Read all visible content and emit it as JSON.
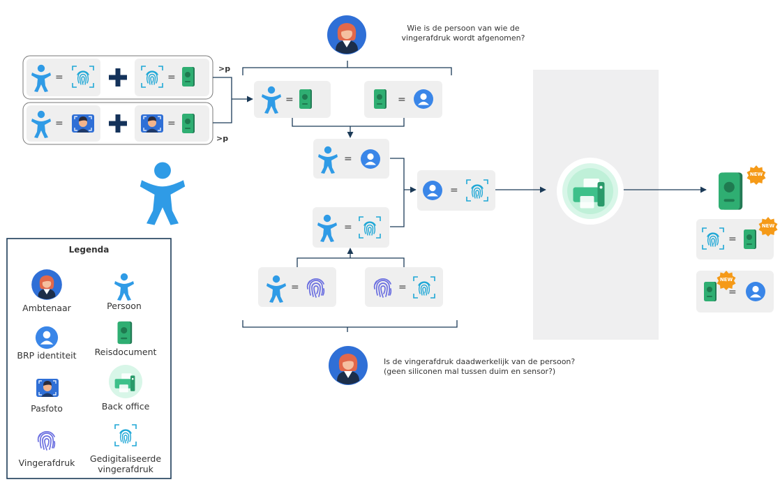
{
  "questions": {
    "top": "Wie is de persoon van wie de vingerafdruk wordt afgenomen?",
    "bottom_line1": "Is de vingerafdruk daadwerkelijk van de persoon?",
    "bottom_line2": "(geen siliconen mal tussen duim en sensor?)"
  },
  "symbols": {
    "equals": "=",
    "greater_than_p": ">p",
    "new_badge": "NEW"
  },
  "legend": {
    "title": "Legenda",
    "items": [
      {
        "icon": "official-icon",
        "label": "Ambtenaar"
      },
      {
        "icon": "person-icon",
        "label": "Persoon"
      },
      {
        "icon": "brp-identity-icon",
        "label": "BRP identiteit"
      },
      {
        "icon": "travel-document-icon",
        "label": "Reisdocument"
      },
      {
        "icon": "passport-photo-icon",
        "label": "Pasfoto"
      },
      {
        "icon": "back-office-icon",
        "label": "Back office"
      },
      {
        "icon": "fingerprint-icon",
        "label": "Vingerafdruk"
      },
      {
        "icon": "digitized-fingerprint-icon",
        "label": "Gedigitaliseerde vingerafdruk",
        "label_line1": "Gedigitaliseerde",
        "label_line2": "vingerafdruk"
      }
    ]
  },
  "colors": {
    "person": "#2f9be6",
    "document": "#2c9e6a",
    "brp": "#2f7de1",
    "fingerprint": "#6a6ee0",
    "scan": "#1ea7d6",
    "arrow": "#1b3a57",
    "panel": "#efeff0",
    "plus": "#14325a",
    "badge": "#f59a18"
  }
}
